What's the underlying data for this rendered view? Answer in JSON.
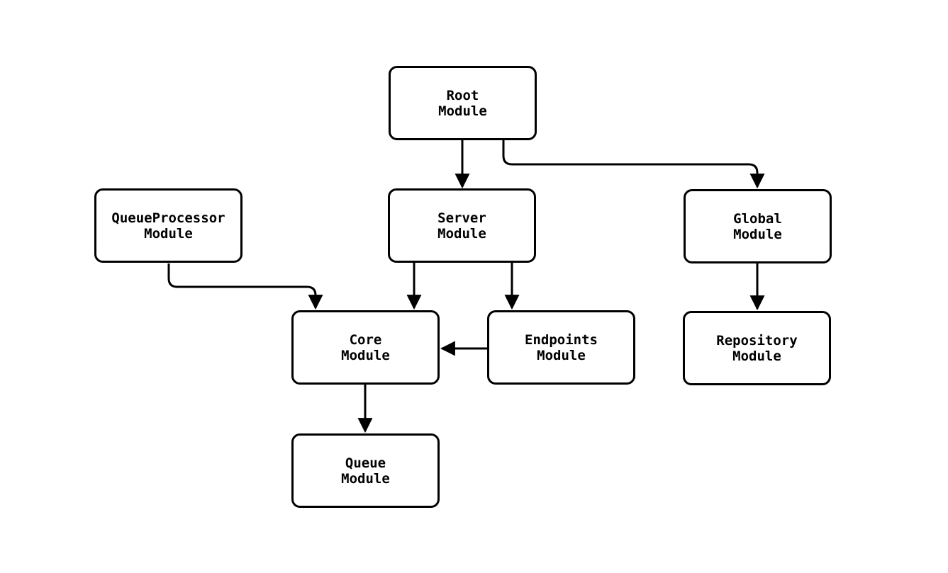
{
  "diagram": {
    "type": "flowchart",
    "direction": "top-down",
    "colors": {
      "background": "#ffffff",
      "node_fill": "#ffffff",
      "node_border": "#000000",
      "edge": "#000000",
      "text": "#000000"
    },
    "nodes": [
      {
        "id": "root",
        "label": "Root\nModule"
      },
      {
        "id": "queueprocessor",
        "label": "QueueProcessor\nModule"
      },
      {
        "id": "server",
        "label": "Server\nModule"
      },
      {
        "id": "global",
        "label": "Global\nModule"
      },
      {
        "id": "core",
        "label": "Core\nModule"
      },
      {
        "id": "endpoints",
        "label": "Endpoints\nModule"
      },
      {
        "id": "repository",
        "label": "Repository\nModule"
      },
      {
        "id": "queue",
        "label": "Queue\nModule"
      }
    ],
    "edges": [
      {
        "from": "root",
        "to": "server"
      },
      {
        "from": "root",
        "to": "global"
      },
      {
        "from": "queueprocessor",
        "to": "core"
      },
      {
        "from": "server",
        "to": "core"
      },
      {
        "from": "server",
        "to": "endpoints"
      },
      {
        "from": "global",
        "to": "repository"
      },
      {
        "from": "endpoints",
        "to": "core"
      },
      {
        "from": "core",
        "to": "queue"
      }
    ]
  }
}
